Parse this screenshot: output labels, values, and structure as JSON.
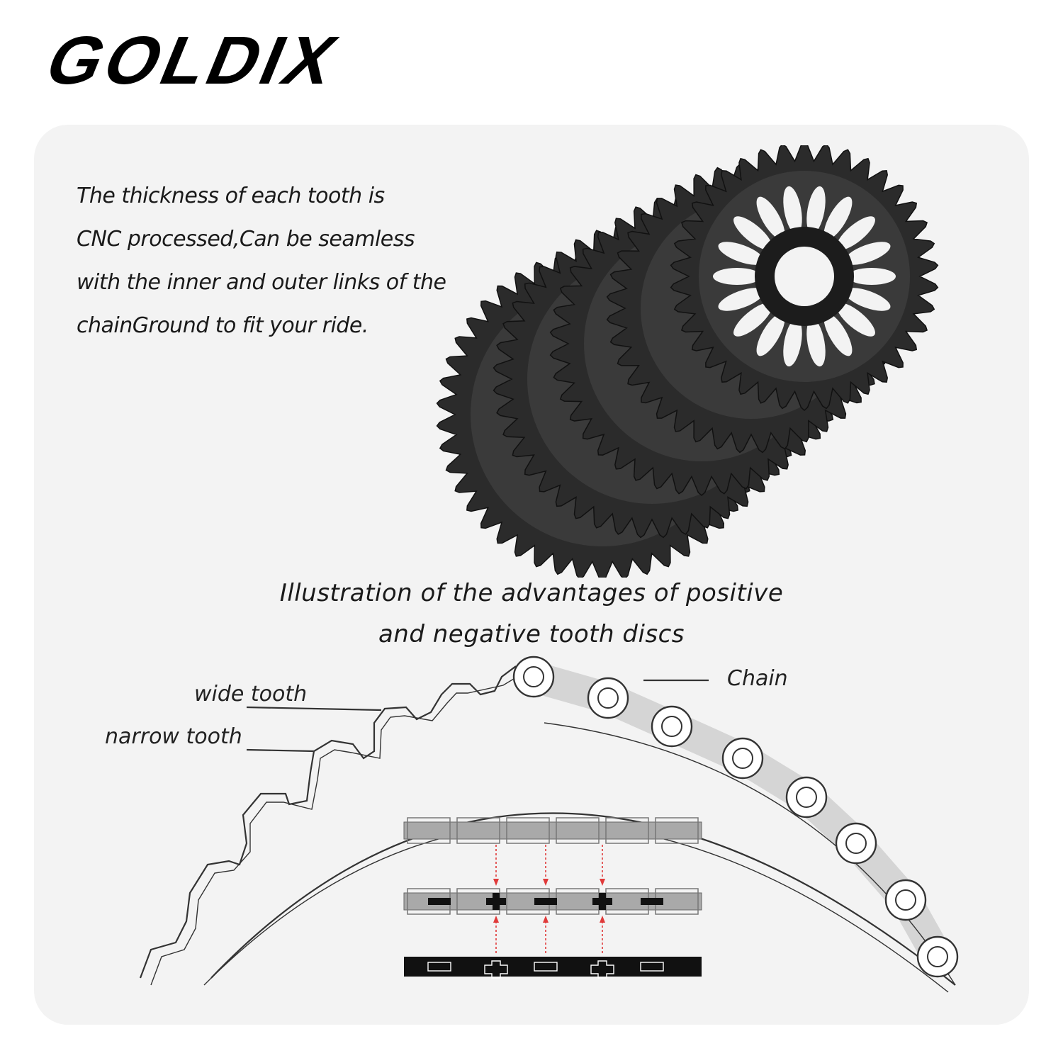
{
  "brand": {
    "name": "GOLDIX"
  },
  "intro": {
    "lines": [
      "The thickness of each tooth is",
      "CNC processed,Can be seamless",
      "with the inner and outer links of the",
      "chainGround to fit your ride."
    ]
  },
  "heading": {
    "lines": [
      "Illustration of the advantages of positive",
      "and negative tooth discs"
    ]
  },
  "labels": {
    "chain": "Chain",
    "wide_tooth": "wide tooth",
    "narrow_tooth": "narrow tooth"
  },
  "colors": {
    "chainring": "#2b2b2b",
    "panel": "#f3f3f3",
    "arrow": "#e03a3a",
    "link_gray": "#a9a9a9"
  }
}
